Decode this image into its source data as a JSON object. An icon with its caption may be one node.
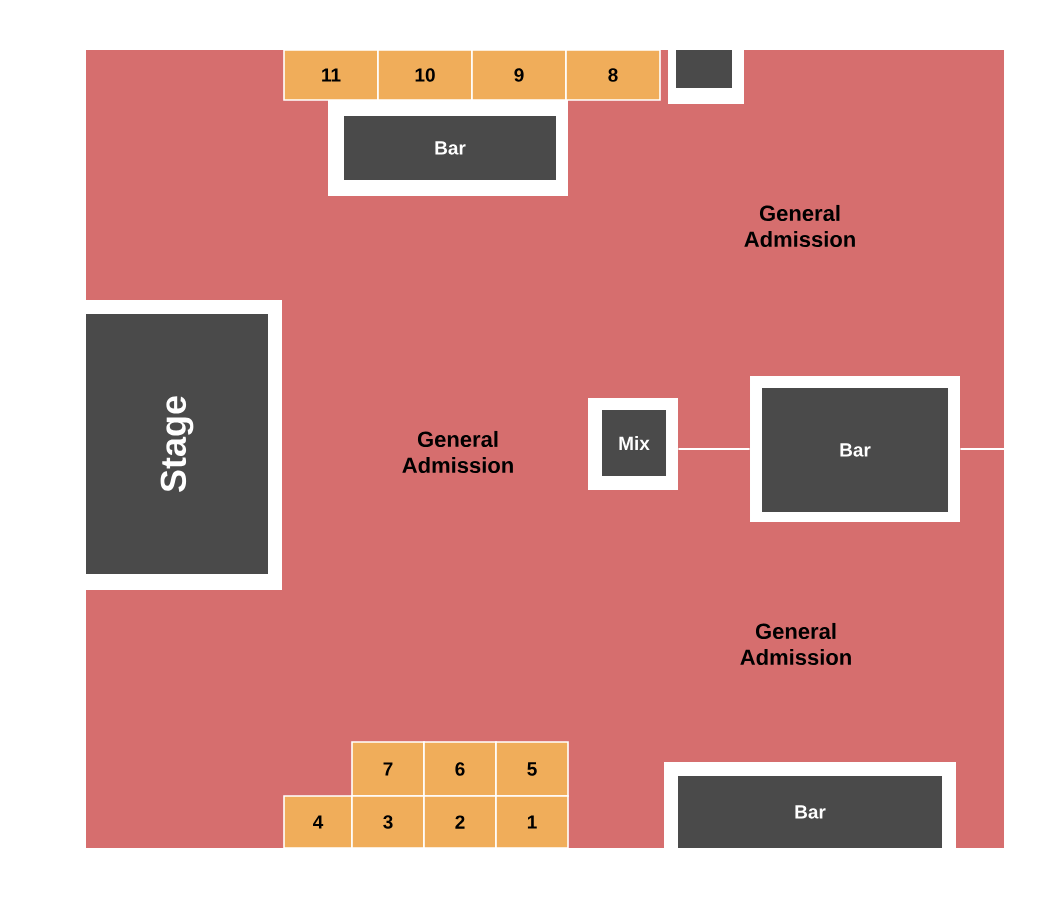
{
  "diagram": {
    "nodes": [
      {
        "text": [
          "General Admission",
          "General Admission",
          "General Admission"
        ]
      },
      {
        "text": [],
        "shape": "box",
        "in": 0
      },
      {
        "text": [
          "11"
        ],
        "in": 0
      },
      {
        "text": [
          "10"
        ],
        "in": 0
      },
      {
        "text": [
          "9"
        ],
        "in": 0
      },
      {
        "text": [
          "8"
        ],
        "in": 0
      },
      {
        "text": [
          "Bar"
        ],
        "in": 0
      },
      {
        "text": [
          "Stage"
        ],
        "in": 0
      },
      {
        "text": [
          "Mix"
        ],
        "in": 0
      },
      {
        "text": [
          "Bar"
        ],
        "in": 0
      },
      {
        "text": [
          "7"
        ],
        "in": 0
      },
      {
        "text": [
          "6"
        ],
        "in": 0
      },
      {
        "text": [
          "5"
        ],
        "in": 0
      },
      {
        "text": [
          "4"
        ],
        "in": 0
      },
      {
        "text": [
          "3"
        ],
        "in": 0
      },
      {
        "text": [
          "2"
        ],
        "in": 0
      },
      {
        "text": [
          "1"
        ],
        "in": 0
      },
      {
        "text": [
          "Bar"
        ],
        "in": 0
      }
    ],
    "edges": [
      {
        "from": 8,
        "to": 9,
        "arrow": "none"
      },
      {
        "from": 9,
        "to": null,
        "arrow": "none"
      }
    ]
  }
}
